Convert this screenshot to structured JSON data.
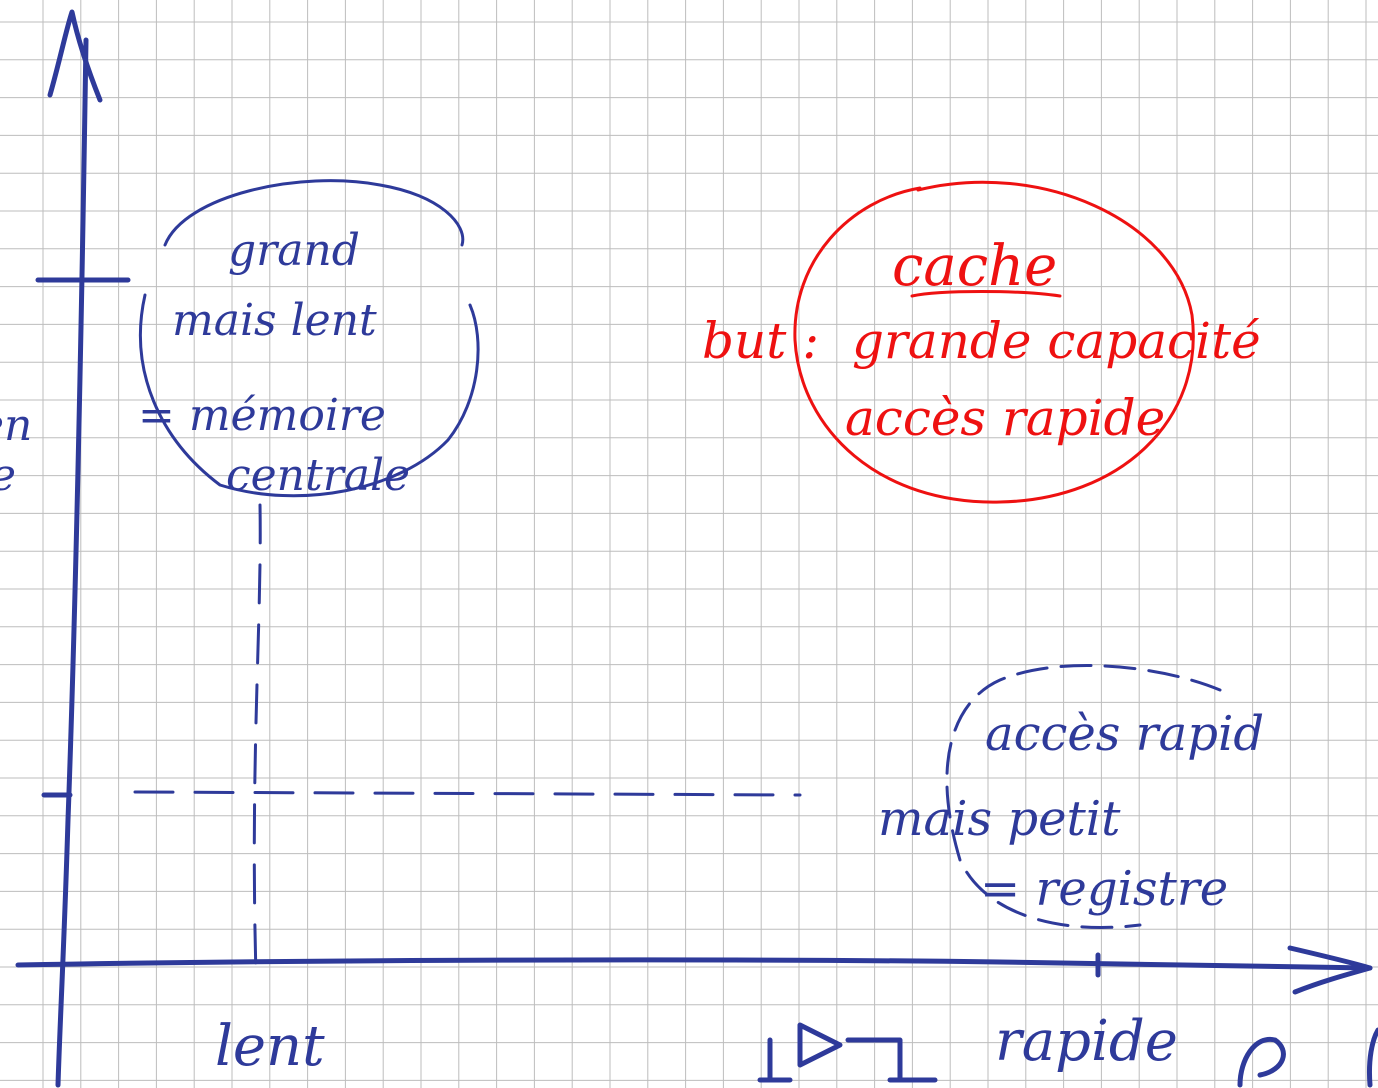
{
  "colors": {
    "grid": "#bdbdbd",
    "ink_blue": "#2e3a9a",
    "ink_red": "#ee1111",
    "background": "#ffffff"
  },
  "memory_bubble": {
    "line1": "grand",
    "line2": "mais lent",
    "line3": "= mémoire",
    "line4": "centrale"
  },
  "cache_bubble": {
    "title": "cache",
    "goal_prefix": "but :",
    "line2": "grande capacité",
    "line3": "accès rapide"
  },
  "register_bubble": {
    "line1": "accès rapid",
    "line2": "mais petit",
    "line3": "= registre"
  },
  "axis": {
    "left_label": "lent",
    "right_label": "rapide",
    "left_cut_top": "en",
    "left_cut_bottom": "e"
  }
}
